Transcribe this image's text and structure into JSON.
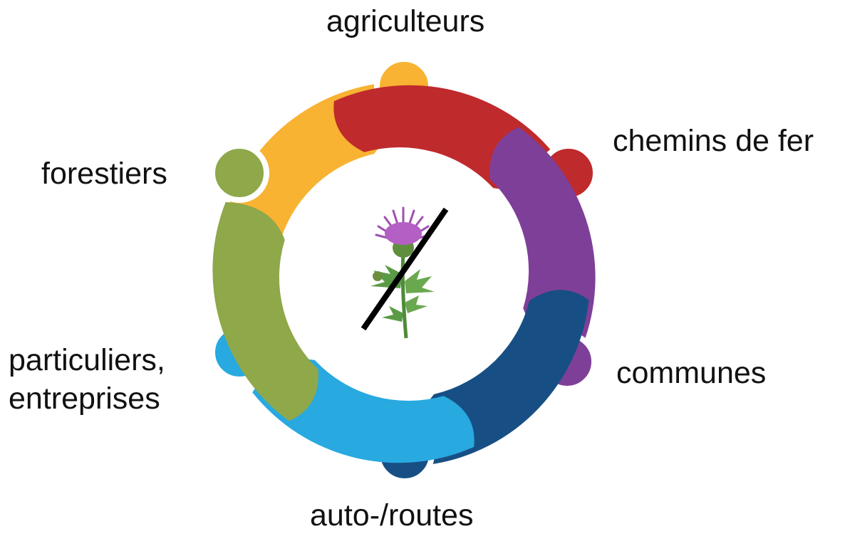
{
  "groups": {
    "agriculteurs": {
      "label": "agriculteurs",
      "color": "#F8B332"
    },
    "chemins_de_fer": {
      "label": "chemins de fer",
      "color": "#BF2A2C"
    },
    "communes": {
      "label": "communes",
      "color": "#7E3F98"
    },
    "routes": {
      "label": "auto-/routes",
      "color": "#174F84"
    },
    "particuliers": {
      "label_line1": "particuliers,",
      "label_line2": "entreprises",
      "color": "#28A9E0"
    },
    "forestiers": {
      "label": "forestiers",
      "color": "#8EA84A"
    }
  },
  "center": {
    "icon": "thistle-crossed-out-icon"
  }
}
